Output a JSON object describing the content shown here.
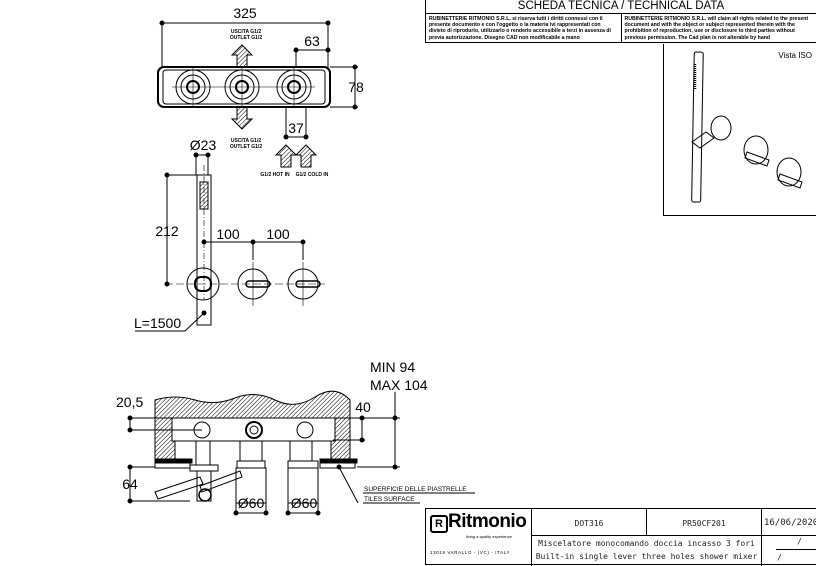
{
  "header": {
    "title": "SCHEDA TECNICA / TECHNICAL DATA",
    "notice_it": "RUBINETTERIE RITMONIO S.R.L. si riserva tutti i diritti connessi con il presente documento e con l'oggetto o la materia ivi rappresentati con divieto di riprodurlo, utilizzarlo o renderlo accessibile a terzi in assenza di previa autorizzazione. Disegno CAD non modificabile a mano",
    "notice_en": "RUBINETTERIE RITMONIO S.R.L. will claim all rights related to the present document and with the object or subject represented therein with the prohibition of reproduction, use or disclosure to third parties without previous permission. The Cad plan is not alterable by hand"
  },
  "iso_view": {
    "label": "Vista ISO"
  },
  "top_view": {
    "width": "325",
    "offset": "63",
    "height": "78",
    "inlet_spacing": "37",
    "outlet_top_it": "USCITA G1/2",
    "outlet_top_en": "OUTLET G1/2",
    "outlet_bottom_it": "USCITA G1/2",
    "outlet_bottom_en": "OUTLET G1/2",
    "hot_in": "G1/2 HOT IN",
    "cold_in": "G1/2 COLD IN"
  },
  "front_view": {
    "diameter": "Ø23",
    "height": "212",
    "spacing_1": "100",
    "spacing_2": "100",
    "hose_length": "L=1500"
  },
  "section_view": {
    "min": "MIN 94",
    "max": "MAX 104",
    "depth": "40",
    "axis_offset": "20,5",
    "handle_drop": "64",
    "rosette_1": "Ø60",
    "rosette_2": "Ø60",
    "tiles_it": "SUPERFICIE DELLE PIASTRELLE",
    "tiles_en": "TILES SURFACE"
  },
  "title_block": {
    "brand": "Ritmonio",
    "tagline": "living a quality experience",
    "address": "13019 VARALLO - (VC) - ITALY",
    "series": "DOT316",
    "code": "PR50CF201",
    "date": "16/06/2020",
    "description_it": "Miscelatore monocomando doccia incasso 3 fori",
    "description_en": "Built-in single lever three holes shower mixer",
    "revision": "/",
    "revision_2": "/"
  }
}
